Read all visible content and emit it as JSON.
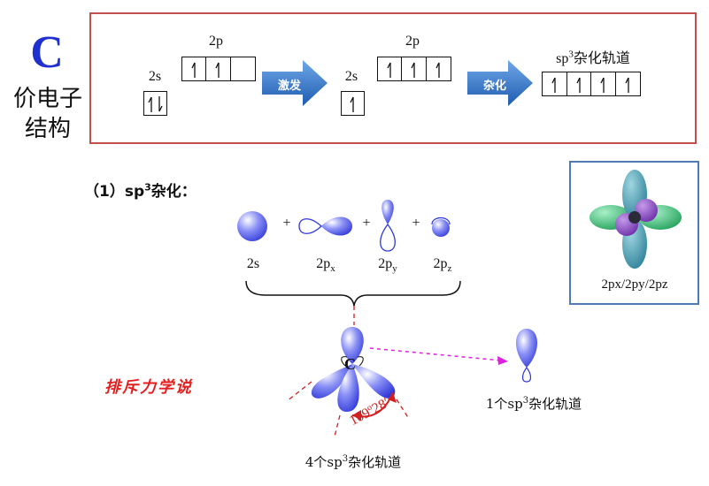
{
  "left_panel": {
    "element": "C",
    "caption_line1": "价电子",
    "caption_line2": "结构"
  },
  "config": {
    "ground": {
      "label_2s": "2s",
      "label_2p": "2p"
    },
    "excite_label": "激发",
    "excited": {
      "label_2s": "2s",
      "label_2p": "2p"
    },
    "hybridize_label": "杂化",
    "hybrid": {
      "label_prefix": "sp",
      "label_sup": "3",
      "label_suffix": "杂化轨道"
    }
  },
  "section": {
    "prefix": "（1）sp",
    "sup": "3",
    "suffix": "杂化："
  },
  "orbitals": {
    "plus": "+",
    "s": "2s",
    "px_main": "2p",
    "px_sub": "x",
    "py_main": "2p",
    "py_sub": "y",
    "pz_main": "2p",
    "pz_sub": "z"
  },
  "theory_label": "排斥力学说",
  "angle_label": "109º28′",
  "center_atom": "C",
  "single_orbital": {
    "prefix": "1个sp",
    "sup": "3",
    "suffix": "杂化轨道"
  },
  "four_orbitals": {
    "prefix": "4个sp",
    "sup": "3",
    "suffix": "杂化轨道"
  },
  "p_orbitals_caption": "2px/2py/2pz",
  "colors": {
    "box_border": "#c0504d",
    "right_border": "#4f7ab3",
    "arrow": "#2f6fc4",
    "lobe": "#4a52e8",
    "red": "#e32020",
    "magenta": "#e020e0"
  }
}
